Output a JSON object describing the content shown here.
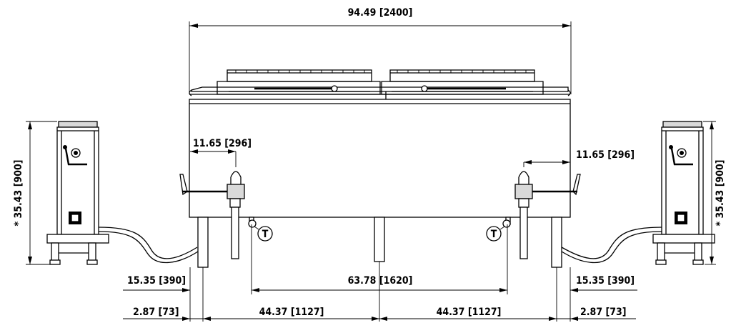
{
  "dimensions": {
    "overall_width": "94.49 [2400]",
    "left_faucet_offset": "11.65 [296]",
    "right_faucet_offset": "11.65 [296]",
    "left_box_height": "35.43 [900]",
    "right_box_height": "35.43 [900]",
    "height_marker": "*",
    "left_leg_offset": "15.35 [390]",
    "right_leg_offset": "15.35 [390]",
    "center_span": "63.78 [1620]",
    "left_edge_offset": "2.87 [73]",
    "right_edge_offset": "2.87 [73]",
    "left_half_span": "44.37 [1127]",
    "right_half_span": "44.37 [1127]"
  },
  "callouts": {
    "left_thermostat": "T",
    "right_thermostat": "T"
  }
}
